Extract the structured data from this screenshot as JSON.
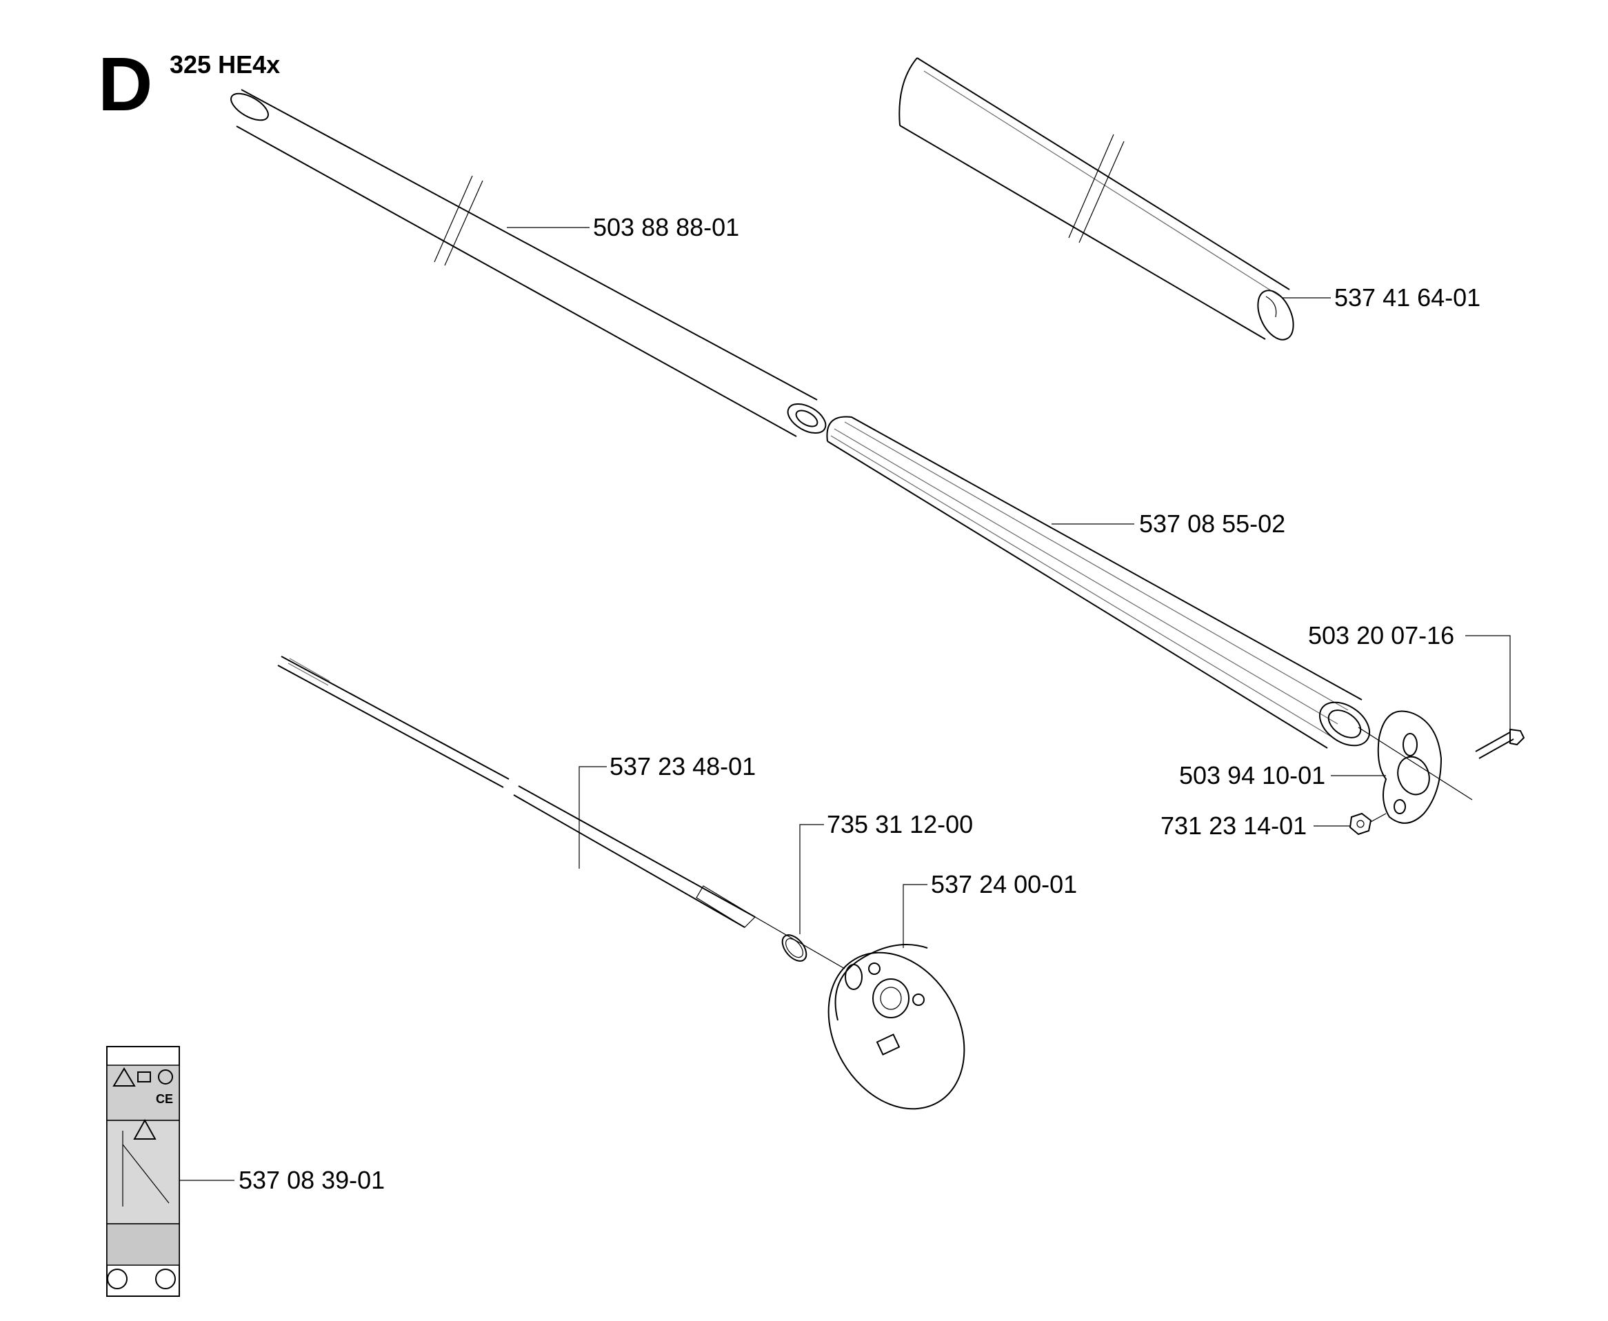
{
  "header": {
    "section_letter": "D",
    "model": "325 HE4x"
  },
  "parts": [
    {
      "id": "tube-upper",
      "number": "503 88 88-01"
    },
    {
      "id": "tube-handle",
      "number": "537 41 64-01"
    },
    {
      "id": "grip-tube",
      "number": "537 08 55-02"
    },
    {
      "id": "bolt",
      "number": "503 20 07-16"
    },
    {
      "id": "clamp",
      "number": "503 94 10-01"
    },
    {
      "id": "nut",
      "number": "731 23 14-01"
    },
    {
      "id": "drive-shaft",
      "number": "537 23 48-01"
    },
    {
      "id": "circlip",
      "number": "735 31 12-00"
    },
    {
      "id": "clutch-drum",
      "number": "537 24 00-01"
    },
    {
      "id": "decal",
      "number": "537 08 39-01"
    }
  ],
  "decal": {
    "mark": "CE"
  }
}
